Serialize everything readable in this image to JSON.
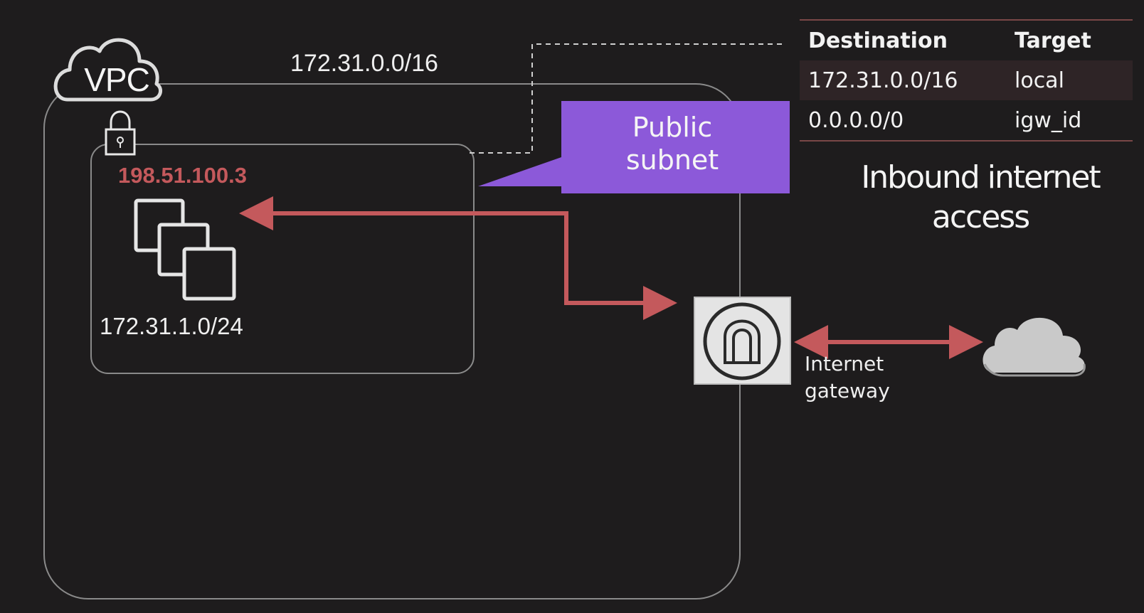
{
  "vpc": {
    "label": "VPC",
    "cidr": "172.31.0.0/16"
  },
  "subnet": {
    "callout_line1": "Public",
    "callout_line2": "subnet",
    "instance_ip": "198.51.100.3",
    "cidr": "172.31.1.0/24"
  },
  "gateway": {
    "label_line1": "Internet",
    "label_line2": "gateway"
  },
  "route_table": {
    "headers": [
      "Destination",
      "Target"
    ],
    "rows": [
      [
        "172.31.0.0/16",
        "local"
      ],
      [
        "0.0.0.0/0",
        "igw_id"
      ]
    ]
  },
  "title": {
    "line1": "Inbound internet",
    "line2": "access"
  },
  "colors": {
    "background": "#1e1c1d",
    "arrow": "#c4595c",
    "callout": "#8c59d9",
    "ip_text": "#c4595c",
    "table_rule": "#7a4747",
    "gateway_box": "#e4e4e4"
  },
  "icons": {
    "vpc": "vpc-cloud-icon",
    "lock": "lock-icon",
    "instances": "instances-icon",
    "gateway": "internet-gateway-icon",
    "internet": "internet-cloud-icon"
  }
}
